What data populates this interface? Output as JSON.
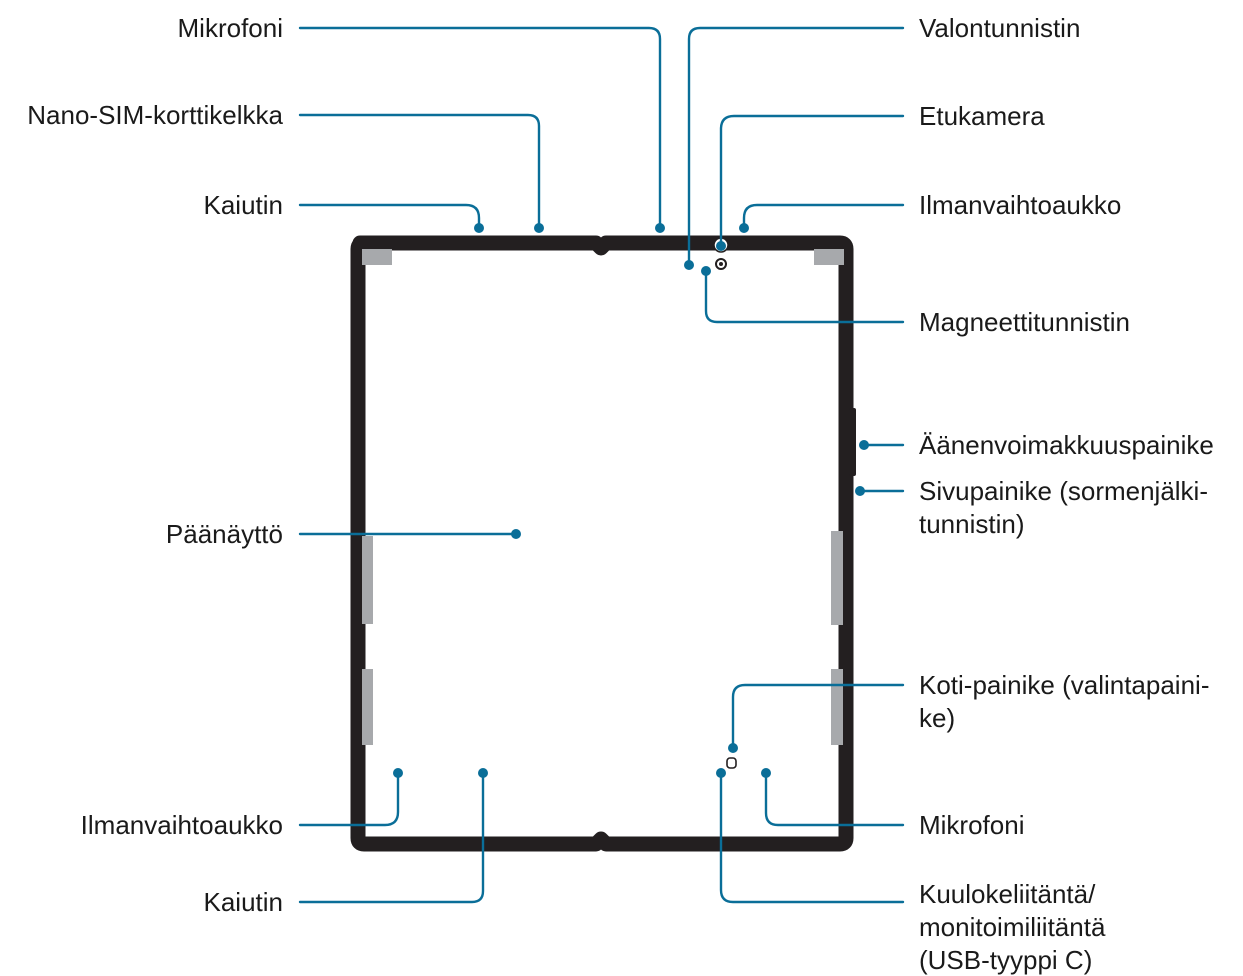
{
  "labels": {
    "mic_top": "Mikrofoni",
    "sim_tray": "Nano-SIM-korttikelkka",
    "speaker_top": "Kaiutin",
    "main_screen": "Päänäyttö",
    "vent_bottom": "Ilmanvaihtoaukko",
    "speaker_bottom": "Kaiutin",
    "light_sensor": "Valontunnistin",
    "front_camera": "Etukamera",
    "vent_top": "Ilmanvaihtoaukko",
    "magnetic_sensor": "Magneettitunnistin",
    "volume_key": "Äänenvoimakkuuspainike",
    "side_key_line1": "Sivupainike (sormenjälki-",
    "side_key_line2": "tunnistin)",
    "home_key_line1": "Koti-painike (valintapaini-",
    "home_key_line2": "ke)",
    "mic_bottom": "Mikrofoni",
    "port_line1": "Kuulokeliitäntä/",
    "port_line2": "monitoimiliitäntä",
    "port_line3": "(USB-tyyppi C)"
  },
  "colors": {
    "leader": "#0a6e98",
    "frame": "#231f20",
    "hinge": "#a7a9ac"
  }
}
